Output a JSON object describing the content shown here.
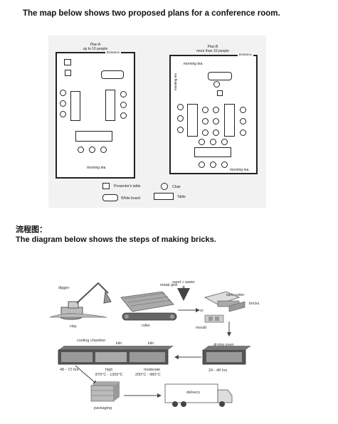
{
  "heading1": "The map below shows two proposed plans for a conference room.",
  "heading2_cn": "流程图：",
  "heading2": "The diagram below shows the steps of making bricks.",
  "planA": {
    "title": "Plan A",
    "subtitle": "up to 10 people",
    "entrance": "Entrance",
    "morning_tea": "morning tea"
  },
  "planB": {
    "title": "Plan B",
    "subtitle": "more than 10 people",
    "entrance": "Entrance",
    "morning_tea_top": "morning tea",
    "morning_tea_side": "morning tea",
    "morning_tea_bottom": "morning tea"
  },
  "legend": {
    "presenter": "Presenter's table",
    "whiteboard": "White board",
    "chair": "Chair",
    "table": "Table"
  },
  "process": {
    "digger": "digger",
    "clay": "clay",
    "metal_grid": "metal grid",
    "roller": "roller",
    "sand_water": "sand + water",
    "or": "or",
    "mould": "mould",
    "wire_cutter": "wire cutter",
    "bricks": "bricks",
    "drying_oven": "drying oven",
    "dry_time": "24 - 48 hrs",
    "cooling_chamber": "cooling chamber",
    "kiln1": "kiln",
    "kiln2": "kiln",
    "cool_time": "48 - 72 hrs",
    "high": "high",
    "high_temp": "870°C - 1300°C",
    "moderate": "moderate",
    "moderate_temp": "200°C - 980°C",
    "packaging": "packaging",
    "delivery": "delivery"
  }
}
